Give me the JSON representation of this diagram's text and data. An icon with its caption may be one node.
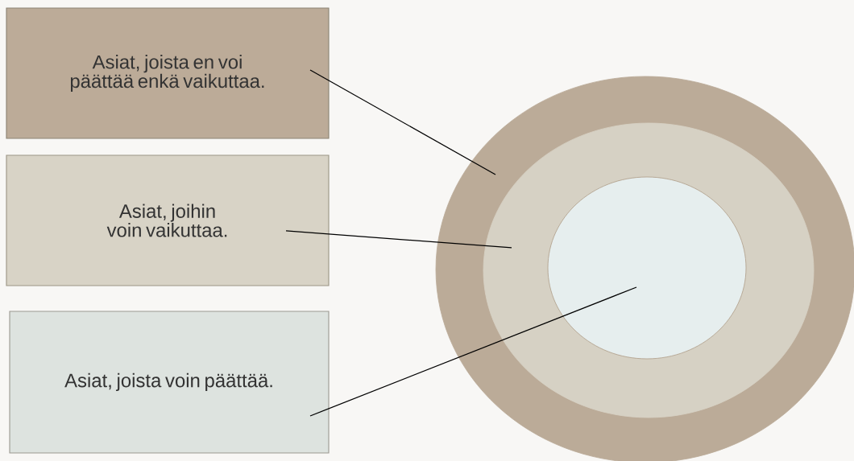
{
  "diagram": {
    "nodes": [
      {
        "text": [
          "Asiat, joista en voi päättää enkä vaikuttaa."
        ]
      },
      {
        "text": [
          "Asiat, joihin voin vaikuttaa."
        ]
      },
      {
        "text": [
          "Asiat, joista voin päättää."
        ]
      },
      {
        "text": [],
        "shape": "circle"
      },
      {
        "text": [],
        "shape": "circle",
        "in": 3
      },
      {
        "text": [],
        "shape": "circle",
        "in": 4
      }
    ],
    "edges": [
      {
        "from": 0,
        "to": 3,
        "arrow": "none"
      },
      {
        "from": 1,
        "to": 4,
        "arrow": "none"
      },
      {
        "from": 2,
        "to": 5,
        "arrow": "none"
      }
    ]
  }
}
